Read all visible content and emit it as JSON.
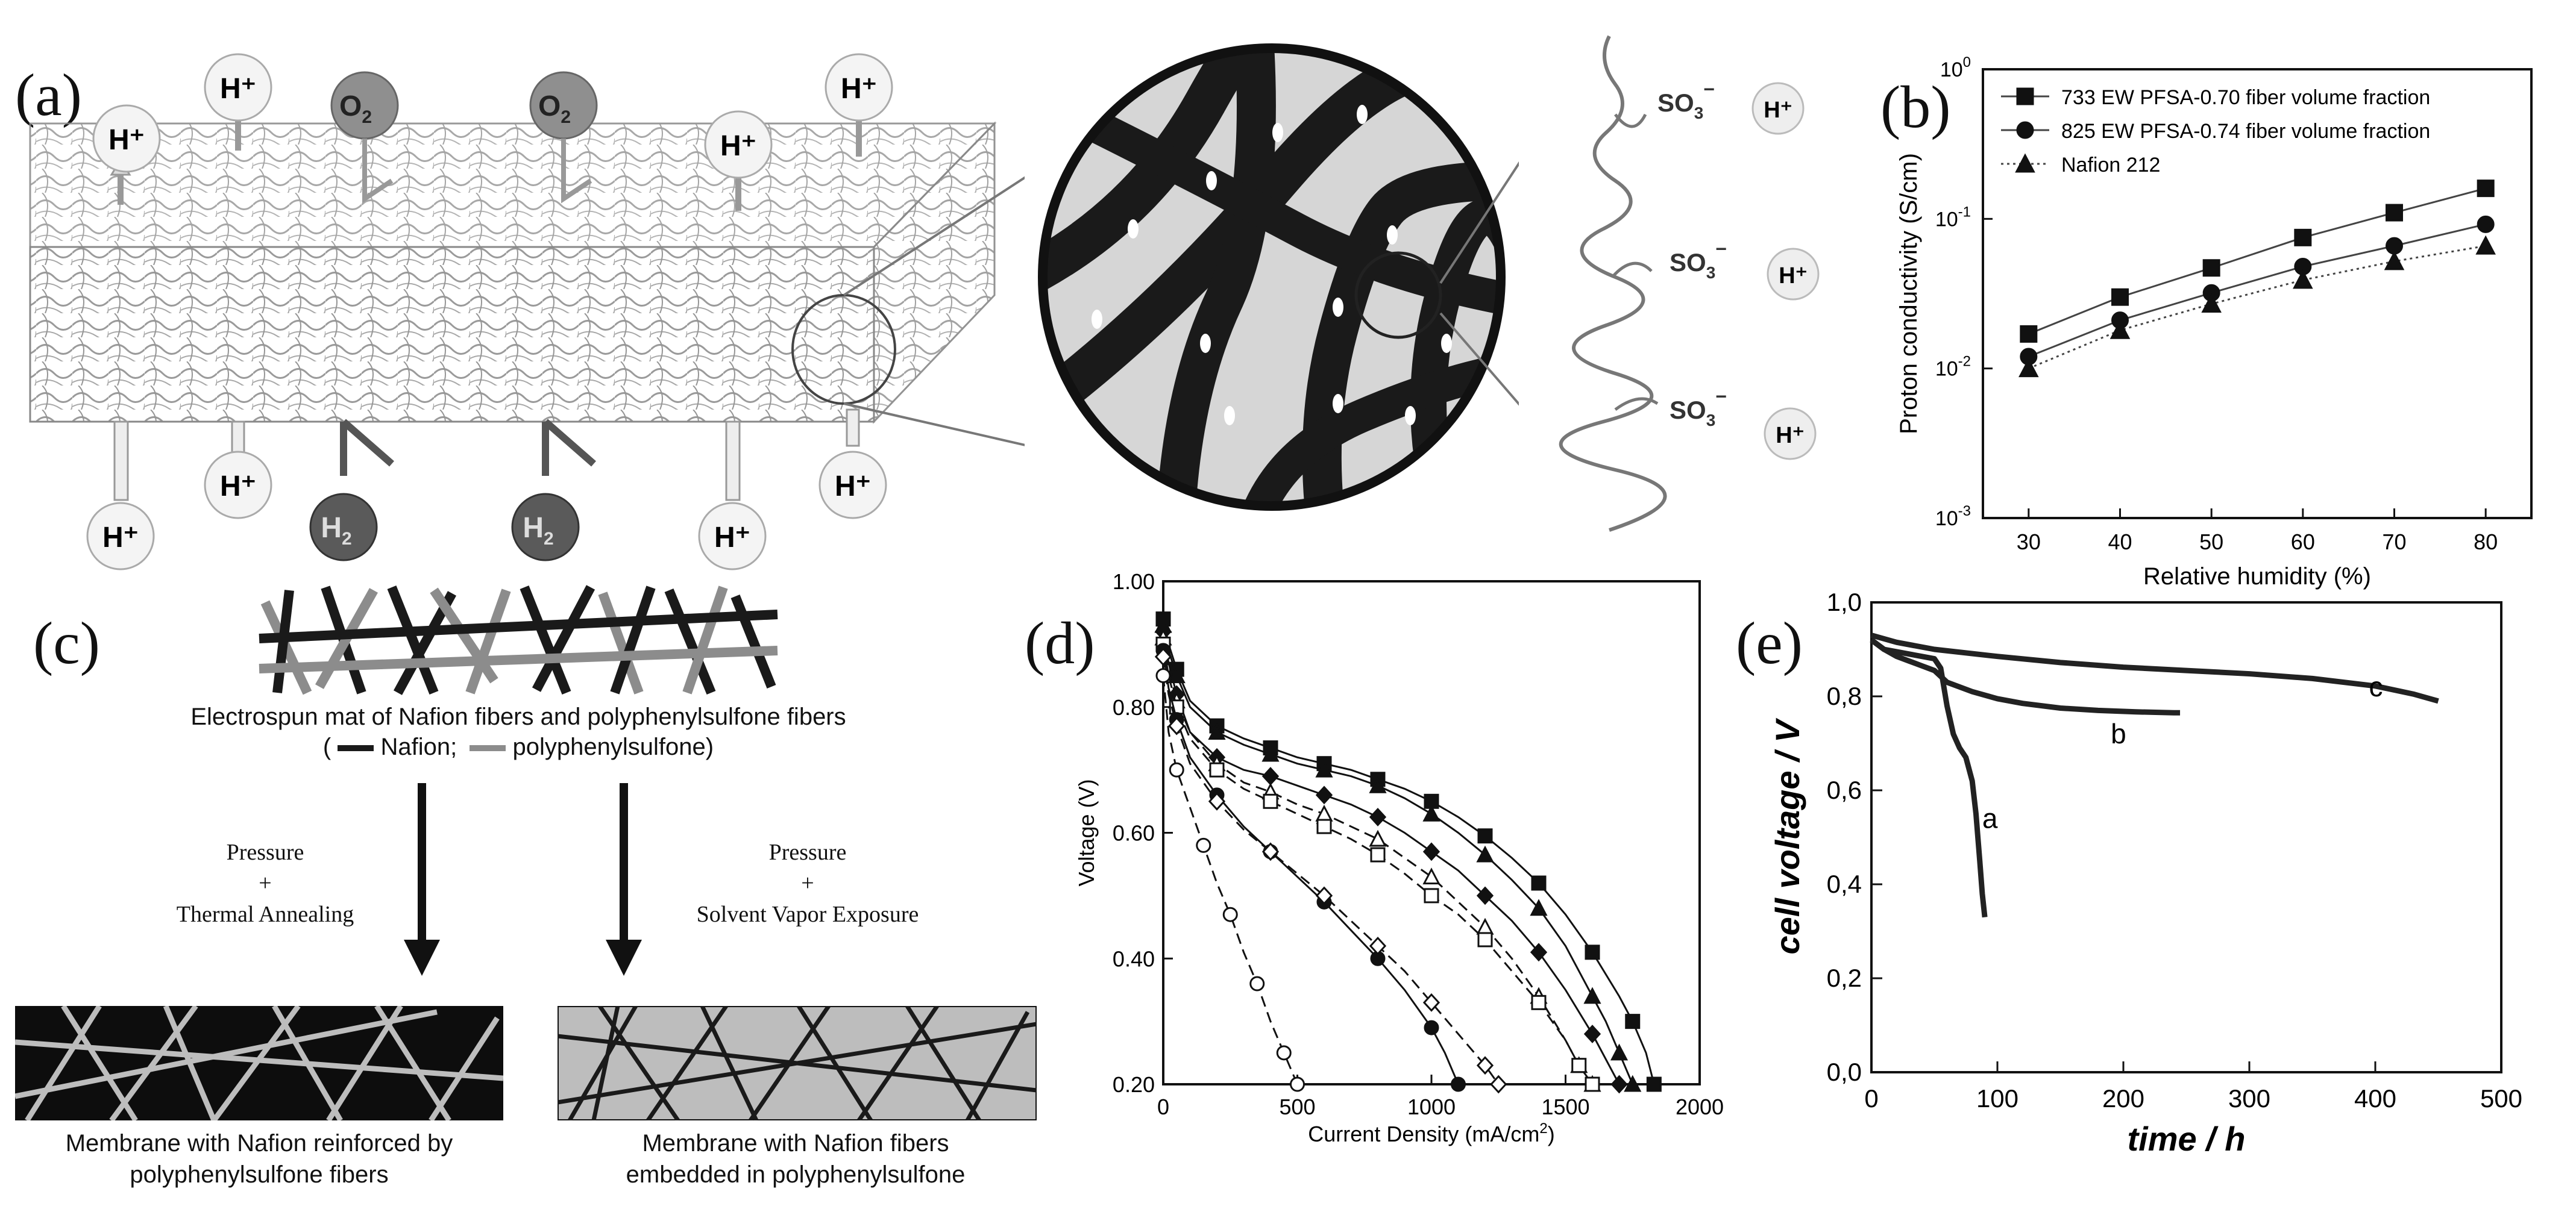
{
  "panels": {
    "a": {
      "label": "(a)",
      "ions_top": [
        "H⁺",
        "H⁺",
        "O",
        "H⁺",
        "O",
        "H⁺"
      ],
      "o2_sub": "2",
      "ions_bottom": [
        "H⁺",
        "H⁺",
        "H",
        "H",
        "H⁺",
        "H⁺"
      ],
      "h2_sub": "2",
      "chem_groups": [
        {
          "group": "SO",
          "sub": "3",
          "sup": "−",
          "ion": "H⁺"
        },
        {
          "group": "SO",
          "sub": "3",
          "sup": "−",
          "ion": "H⁺"
        },
        {
          "group": "SO",
          "sub": "3",
          "sup": "−",
          "ion": "H⁺"
        }
      ]
    },
    "b": {
      "label": "(b)"
    },
    "c": {
      "label": "(c)",
      "mat_caption": "Electrospun mat of Nafion fibers and polyphenylsulfone fibers",
      "legend_open": "(",
      "legend_nafion": "Nafion;",
      "legend_ppsu": "polyphenylsulfone)",
      "left_step_1": "Pressure",
      "left_step_plus": "+",
      "left_step_2": "Thermal Annealing",
      "right_step_1": "Pressure",
      "right_step_plus": "+",
      "right_step_2": "Solvent Vapor Exposure",
      "left_result_1": "Membrane with Nafion reinforced by",
      "left_result_2": "polyphenylsulfone fibers",
      "right_result_1": "Membrane with Nafion fibers",
      "right_result_2": "embedded in polyphenylsulfone"
    },
    "d": {
      "label": "(d)"
    },
    "e": {
      "label": "(e)"
    }
  },
  "colors": {
    "dark": "#1a1a1a",
    "gray": "#8c8c8c",
    "lightgray": "#cfcfcf",
    "membrane": "#bdbdbd",
    "o2": "#8f8f8f",
    "h2": "#5a5a5a"
  },
  "chart_data": [
    {
      "id": "b",
      "type": "scatter",
      "title": "",
      "xlabel": "Relative humidity (%)",
      "ylabel": "Proton conductivity (S/cm)",
      "xlim": [
        25,
        85
      ],
      "ylim": [
        0.001,
        1
      ],
      "yscale": "log",
      "xticks": [
        "30",
        "40",
        "50",
        "60",
        "70",
        "80"
      ],
      "ytick_base": "10",
      "ytick_exps": [
        "-3",
        "-2",
        "-1",
        "0"
      ],
      "legend_position": "top-left",
      "series": [
        {
          "name": "733 EW PFSA-0.70 fiber volume fraction",
          "marker": "square",
          "line": "solid",
          "x": [
            30,
            40,
            50,
            60,
            70,
            80
          ],
          "y": [
            0.017,
            0.03,
            0.047,
            0.075,
            0.11,
            0.16
          ]
        },
        {
          "name": "825 EW PFSA-0.74 fiber volume fraction",
          "marker": "circle",
          "line": "solid",
          "x": [
            30,
            40,
            50,
            60,
            70,
            80
          ],
          "y": [
            0.012,
            0.021,
            0.032,
            0.048,
            0.066,
            0.092
          ]
        },
        {
          "name": "Nafion 212",
          "marker": "triangle-down",
          "line": "dotted",
          "x": [
            30,
            40,
            50,
            60,
            70,
            80
          ],
          "y": [
            0.01,
            0.018,
            0.027,
            0.039,
            0.052,
            0.066
          ]
        }
      ]
    },
    {
      "id": "d",
      "type": "line",
      "title": "",
      "xlabel": "Current Density (mA/cm",
      "xlabel_sup": "2",
      "xlabel_close": ")",
      "ylabel": "Voltage (V)",
      "xlim": [
        0,
        2000
      ],
      "ylim": [
        0.2,
        1.0
      ],
      "xticks": [
        "0",
        "500",
        "1000",
        "1500",
        "2000"
      ],
      "yticks": [
        "0.20",
        "0.40",
        "0.60",
        "0.80",
        "1.00"
      ],
      "series": [
        {
          "marker": "square-filled",
          "line": "solid",
          "x": [
            0,
            20,
            50,
            100,
            200,
            300,
            400,
            500,
            600,
            700,
            800,
            900,
            1000,
            1100,
            1200,
            1300,
            1400,
            1500,
            1600,
            1700,
            1750,
            1800,
            1830
          ],
          "y": [
            0.94,
            0.9,
            0.86,
            0.81,
            0.77,
            0.75,
            0.735,
            0.72,
            0.71,
            0.7,
            0.685,
            0.67,
            0.65,
            0.625,
            0.595,
            0.56,
            0.52,
            0.47,
            0.41,
            0.34,
            0.3,
            0.25,
            0.2
          ]
        },
        {
          "marker": "triangle-filled",
          "line": "solid",
          "x": [
            0,
            20,
            50,
            100,
            200,
            300,
            400,
            500,
            600,
            700,
            800,
            900,
            1000,
            1100,
            1200,
            1300,
            1400,
            1500,
            1600,
            1650,
            1700,
            1750
          ],
          "y": [
            0.93,
            0.89,
            0.85,
            0.8,
            0.76,
            0.74,
            0.725,
            0.71,
            0.7,
            0.69,
            0.675,
            0.655,
            0.63,
            0.6,
            0.565,
            0.525,
            0.48,
            0.42,
            0.34,
            0.3,
            0.25,
            0.2
          ]
        },
        {
          "marker": "diamond-filled",
          "line": "solid",
          "x": [
            0,
            20,
            50,
            100,
            200,
            300,
            400,
            500,
            600,
            700,
            800,
            900,
            1000,
            1100,
            1200,
            1300,
            1400,
            1500,
            1600,
            1650,
            1700
          ],
          "y": [
            0.92,
            0.87,
            0.82,
            0.76,
            0.72,
            0.7,
            0.69,
            0.675,
            0.66,
            0.645,
            0.625,
            0.6,
            0.57,
            0.54,
            0.5,
            0.46,
            0.41,
            0.35,
            0.28,
            0.24,
            0.2
          ]
        },
        {
          "marker": "triangle-open",
          "line": "dashed",
          "x": [
            0,
            20,
            50,
            100,
            200,
            300,
            400,
            500,
            600,
            700,
            800,
            900,
            1000,
            1100,
            1200,
            1300,
            1400,
            1500,
            1550,
            1600
          ],
          "y": [
            0.91,
            0.86,
            0.81,
            0.76,
            0.71,
            0.68,
            0.665,
            0.645,
            0.63,
            0.61,
            0.59,
            0.56,
            0.53,
            0.49,
            0.45,
            0.4,
            0.34,
            0.27,
            0.23,
            0.2
          ]
        },
        {
          "marker": "square-open",
          "line": "dashed",
          "x": [
            0,
            20,
            50,
            100,
            200,
            300,
            400,
            500,
            600,
            700,
            800,
            900,
            1000,
            1100,
            1200,
            1300,
            1400,
            1500,
            1550,
            1600
          ],
          "y": [
            0.9,
            0.85,
            0.8,
            0.75,
            0.7,
            0.67,
            0.65,
            0.63,
            0.61,
            0.59,
            0.565,
            0.535,
            0.5,
            0.47,
            0.43,
            0.38,
            0.33,
            0.27,
            0.23,
            0.2
          ]
        },
        {
          "marker": "circle-filled",
          "line": "solid",
          "x": [
            0,
            20,
            50,
            100,
            200,
            300,
            400,
            500,
            600,
            700,
            800,
            900,
            1000,
            1050,
            1100
          ],
          "y": [
            0.89,
            0.83,
            0.78,
            0.72,
            0.66,
            0.61,
            0.57,
            0.53,
            0.49,
            0.445,
            0.4,
            0.35,
            0.29,
            0.25,
            0.2
          ]
        },
        {
          "marker": "diamond-open",
          "line": "dashed",
          "x": [
            0,
            20,
            50,
            100,
            200,
            300,
            400,
            500,
            600,
            700,
            800,
            900,
            1000,
            1100,
            1200,
            1250
          ],
          "y": [
            0.88,
            0.82,
            0.77,
            0.71,
            0.65,
            0.605,
            0.57,
            0.535,
            0.5,
            0.46,
            0.42,
            0.38,
            0.33,
            0.28,
            0.23,
            0.2
          ]
        },
        {
          "marker": "circle-open",
          "line": "dashed",
          "x": [
            0,
            20,
            50,
            100,
            150,
            200,
            250,
            300,
            350,
            400,
            450,
            500
          ],
          "y": [
            0.85,
            0.76,
            0.7,
            0.64,
            0.58,
            0.52,
            0.47,
            0.41,
            0.36,
            0.3,
            0.25,
            0.2
          ]
        }
      ]
    },
    {
      "id": "e",
      "type": "line",
      "title": "",
      "xlabel": "time / h",
      "ylabel": "cell voltage / V",
      "xlim": [
        0,
        500
      ],
      "ylim": [
        0,
        1.0
      ],
      "xticks": [
        "0",
        "100",
        "200",
        "300",
        "400",
        "500"
      ],
      "yticks": [
        "0,0",
        "0,2",
        "0,4",
        "0,6",
        "0,8",
        "1,0"
      ],
      "series": [
        {
          "name": "a",
          "x": [
            0,
            10,
            20,
            30,
            40,
            50,
            55,
            60,
            65,
            70,
            75,
            80,
            83,
            86,
            88,
            90
          ],
          "y": [
            0.92,
            0.9,
            0.895,
            0.89,
            0.885,
            0.88,
            0.86,
            0.78,
            0.72,
            0.69,
            0.67,
            0.62,
            0.55,
            0.45,
            0.38,
            0.33
          ]
        },
        {
          "name": "b",
          "x": [
            0,
            10,
            20,
            30,
            40,
            50,
            60,
            80,
            100,
            120,
            150,
            180,
            210,
            240,
            245
          ],
          "y": [
            0.92,
            0.9,
            0.885,
            0.875,
            0.865,
            0.855,
            0.83,
            0.81,
            0.795,
            0.785,
            0.775,
            0.77,
            0.767,
            0.765,
            0.765
          ]
        },
        {
          "name": "c",
          "x": [
            0,
            20,
            50,
            100,
            150,
            200,
            250,
            300,
            350,
            400,
            430,
            450
          ],
          "y": [
            0.93,
            0.915,
            0.9,
            0.885,
            0.872,
            0.862,
            0.855,
            0.848,
            0.838,
            0.822,
            0.805,
            0.79
          ]
        }
      ]
    }
  ]
}
